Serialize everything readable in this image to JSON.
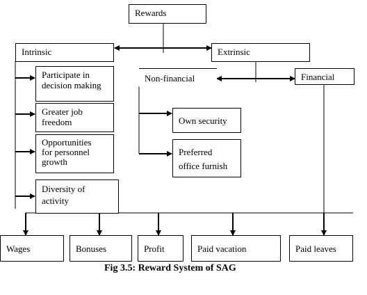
{
  "diagram": {
    "rewards": "Rewards",
    "intrinsic": "Intrinsic",
    "extrinsic": "Extrinsic",
    "non_financial": "Non-financial",
    "financial": "Financial",
    "intrinsic_items": [
      "Participate in\ndecision making",
      "Greater job\nfreedom",
      "Opportunities\nfor personnel\ngrowth",
      "Diversity of\nactivity"
    ],
    "non_financial_items": [
      "Own security",
      "Preferred\noffice furnish"
    ],
    "financial_items": [
      "Wages",
      "Bonuses",
      "Profit",
      "Paid vacation",
      "Paid leaves"
    ]
  },
  "caption": "Fig 3.5:  Reward System of SAG",
  "colors": {
    "line": "#000000",
    "box_border": "#000000",
    "background": "#ffffff"
  }
}
